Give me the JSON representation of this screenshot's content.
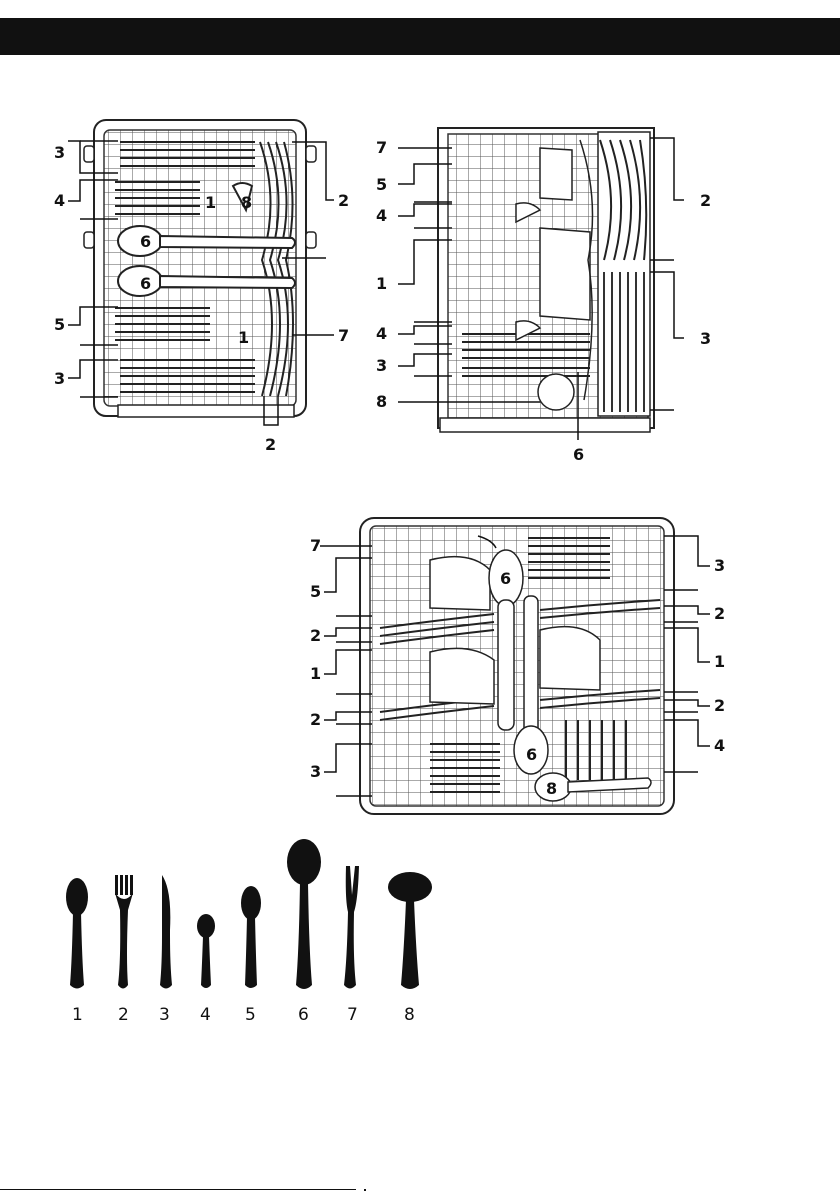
{
  "racks": {
    "top_left": {
      "callouts": [
        "3",
        "4",
        "6",
        "6",
        "5",
        "3",
        "1",
        "8",
        "1",
        "2",
        "7",
        "2"
      ]
    },
    "top_right": {
      "callouts": [
        "7",
        "5",
        "4",
        "1",
        "4",
        "3",
        "8",
        "2",
        "3",
        "6"
      ]
    },
    "bottom": {
      "callouts": [
        "7",
        "5",
        "2",
        "1",
        "2",
        "3",
        "6",
        "6",
        "8",
        "3",
        "2",
        "1",
        "2",
        "4"
      ]
    }
  },
  "utensils": [
    {
      "label": "1",
      "icon": "tablespoon-icon"
    },
    {
      "label": "2",
      "icon": "fork-icon"
    },
    {
      "label": "3",
      "icon": "knife-icon"
    },
    {
      "label": "4",
      "icon": "teaspoon-icon"
    },
    {
      "label": "5",
      "icon": "dessert-spoon-icon"
    },
    {
      "label": "6",
      "icon": "serving-spoon-icon"
    },
    {
      "label": "7",
      "icon": "serving-fork-icon"
    },
    {
      "label": "8",
      "icon": "gravy-ladle-icon"
    }
  ]
}
